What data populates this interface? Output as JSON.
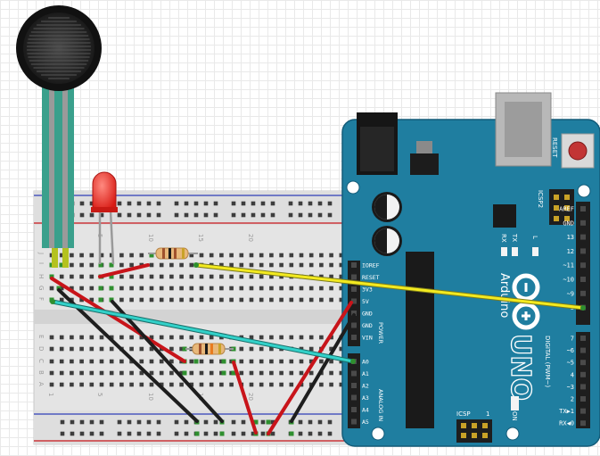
{
  "arduino": {
    "brand": "Arduino",
    "model": "UNO",
    "reset": "RESET",
    "icsp2": "ICSP2",
    "icsp": "ICSP",
    "on": "ON",
    "led_rx": "RX",
    "led_tx": "TX",
    "led_l": "L",
    "num_1": "1",
    "digital_label": "DIGITAL (PWM~)",
    "power_label": "POWER",
    "analog_label": "ANALOG IN",
    "power_pins": [
      "IOREF",
      "RESET",
      "3V3",
      "5V",
      "GND",
      "GND",
      "VIN"
    ],
    "analog_pins": [
      "A0",
      "A1",
      "A2",
      "A3",
      "A4",
      "A5"
    ],
    "digital_top": [
      "AREF",
      "GND",
      "13",
      "12",
      "~11",
      "~10",
      "~9",
      "8"
    ],
    "digital_bottom": [
      "7",
      "~6",
      "~5",
      "4",
      "~3",
      "2",
      "TX▶1",
      "RX◀0"
    ]
  },
  "breadboard": {
    "numbers": [
      "1",
      "5",
      "10",
      "15",
      "20"
    ],
    "rows_top": [
      "J",
      "I",
      "H",
      "G",
      "F"
    ],
    "rows_bottom": [
      "E",
      "D",
      "C",
      "B",
      "A"
    ]
  },
  "components": {
    "led_color": "#e8231f",
    "wire_red": "#c8141a",
    "wire_black": "#1e1e1e",
    "wire_yellow": "#f3ea20",
    "wire_cyan": "#33d1c9",
    "board_color": "#1f7ea0"
  }
}
